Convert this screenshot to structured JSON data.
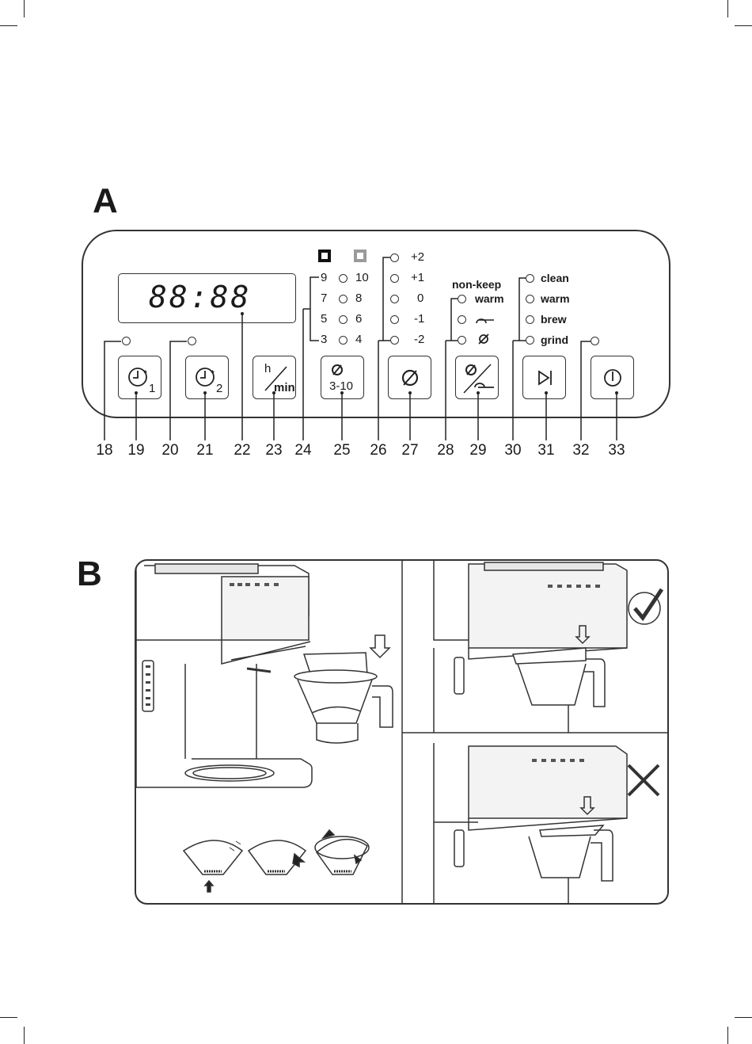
{
  "figure_a": {
    "letter": "A",
    "display_digits": "88:88",
    "cup_scale": {
      "left_numbers": [
        "9",
        "7",
        "5",
        "3"
      ],
      "right_numbers": [
        "10",
        "8",
        "6",
        "4"
      ]
    },
    "strength_levels": [
      "+2",
      "+1",
      "0",
      "-1",
      "-2"
    ],
    "mode_header": "non-keep",
    "mode_label": "warm",
    "program_labels": [
      "clean",
      "warm",
      "brew",
      "grind"
    ],
    "buttons": {
      "timer1_sub": "1",
      "timer2_sub": "2",
      "hmin_h": "h",
      "hmin_min": "min",
      "cups_range": "3-10"
    },
    "callout_numbers": [
      "18",
      "19",
      "20",
      "21",
      "22",
      "23",
      "24",
      "25",
      "26",
      "27",
      "28",
      "29",
      "30",
      "31",
      "32",
      "33"
    ]
  },
  "figure_b": {
    "letter": "B",
    "correct_mark": "check-icon",
    "wrong_mark": "cross-icon"
  }
}
